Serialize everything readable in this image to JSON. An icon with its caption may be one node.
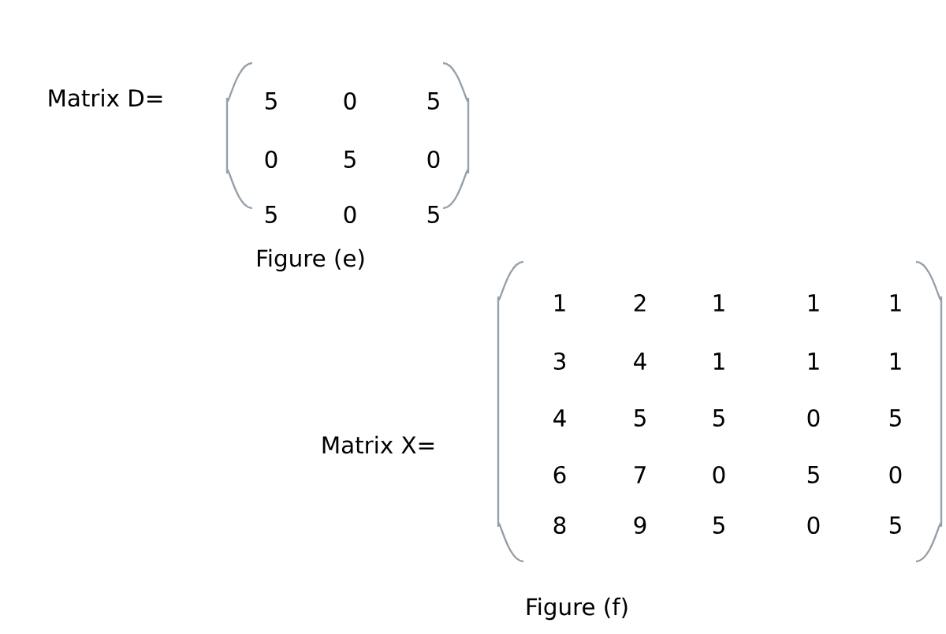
{
  "diagram": {
    "labels": [
      "Matrix D=",
      "5",
      "0",
      "5",
      "0",
      "5",
      "0",
      "5",
      "0",
      "5",
      "Figure (e)",
      "Matrix X=",
      "1",
      "2",
      "1",
      "1",
      "1",
      "3",
      "4",
      "1",
      "1",
      "1",
      "4",
      "5",
      "5",
      "0",
      "5",
      "6",
      "7",
      "0",
      "5",
      "0",
      "8",
      "9",
      "5",
      "0",
      "5",
      "Figure (f)"
    ]
  }
}
